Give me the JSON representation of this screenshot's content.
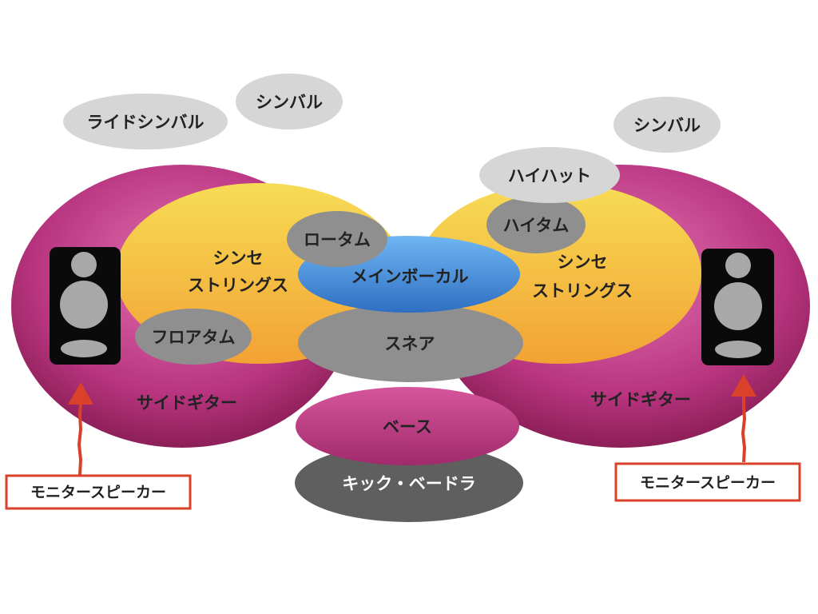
{
  "labels": {
    "ride_cymbal": "ライドシンバル",
    "cymbal_left": "シンバル",
    "cymbal_right": "シンバル",
    "hihat": "ハイハット",
    "high_tom": "ハイタム",
    "low_tom": "ロータム",
    "floor_tom": "フロアタム",
    "synth_strings_left_line1": "シンセ",
    "synth_strings_left_line2": "ストリングス",
    "synth_strings_right_line1": "シンセ",
    "synth_strings_right_line2": "ストリングス",
    "main_vocal": "メインボーカル",
    "snare": "スネア",
    "side_guitar_left": "サイドギター",
    "side_guitar_right": "サイドギター",
    "bass": "ベース",
    "kick_bass_drum": "キック・ベードラ",
    "monitor_speaker_left": "モニタースピーカー",
    "monitor_speaker_right": "モニタースピーカー"
  },
  "colors": {
    "guitar_outer": "#b8347f",
    "guitar_edge": "#8c1f58",
    "synth_top": "#f7dc55",
    "synth_bottom": "#f2a233",
    "vocal_top": "#63aef0",
    "vocal_bottom": "#2f73c8",
    "drum_gray": "#8f8f8f",
    "cymbal_gray": "#d6d6d6",
    "kick_dark": "#5f5f5f",
    "callout_red": "#d9412a",
    "speaker_body": "#0a0a0a",
    "speaker_cone": "#a8a8a8"
  },
  "icons": {
    "speaker": "speaker-icon",
    "arrow": "arrow-up-icon"
  }
}
